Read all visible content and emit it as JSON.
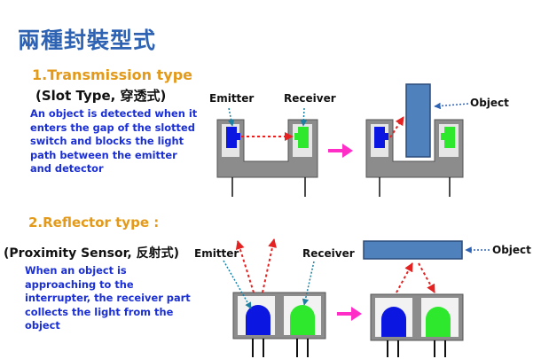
{
  "title": "兩種封裝型式",
  "transmission": {
    "heading": "1.Transmission type",
    "subheading": "(Slot Type, 穿透式)",
    "description_lines": [
      "An object is detected when it",
      "enters the gap of the slotted",
      "switch and blocks the light",
      "path between the emitter",
      "and detector"
    ],
    "label_emitter": "Emitter",
    "label_receiver": "Receiver",
    "label_object": "Object"
  },
  "reflector": {
    "heading": "2.Reflector type :",
    "subheading": "(Proximity Sensor, 反射式)",
    "description_lines": [
      "When an object is",
      "approaching to the",
      "interrupter, the receiver part",
      "collects the light from the",
      "object"
    ],
    "label_emitter": "Emitter",
    "label_receiver": "Receiver",
    "label_object": "Object"
  },
  "colors": {
    "title": "#2E63B4",
    "heading": "#E39A1B",
    "description": "#1A2FD6",
    "emitter": "#0B16E0",
    "receiver": "#2EE82E",
    "object": "#4F81BD",
    "arrow": "#FF2EC6",
    "light": "#E52222",
    "housing": "#808080"
  }
}
